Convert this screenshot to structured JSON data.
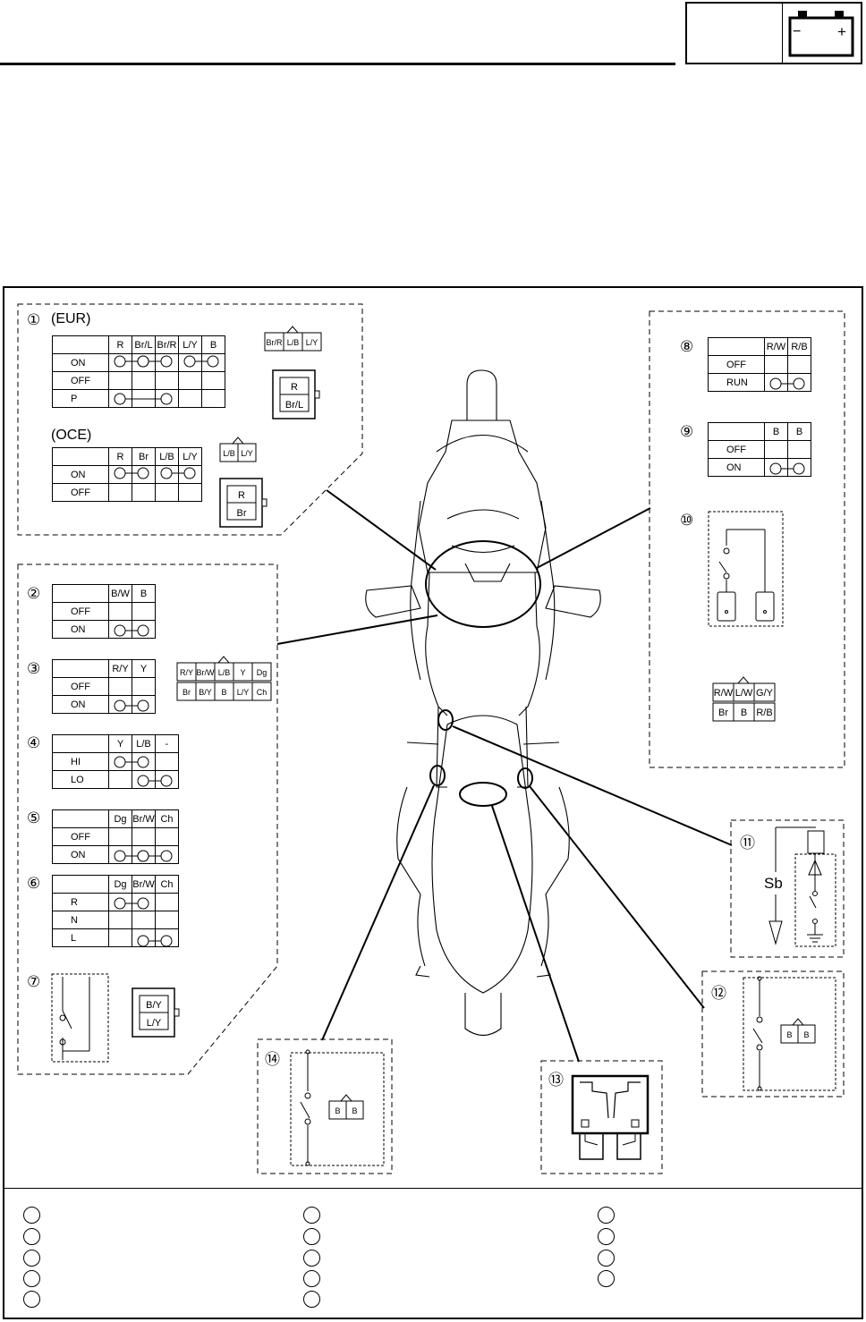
{
  "header": {
    "battery_minus": "−",
    "battery_plus": "+"
  },
  "s1": {
    "num": "①",
    "eur": {
      "title": "(EUR)",
      "cols": [
        "R",
        "Br/L",
        "Br/R",
        "L/Y",
        "B"
      ],
      "rows": [
        "ON",
        "OFF",
        "P"
      ],
      "conn_top": [
        "Br/R",
        "L/B",
        "L/Y"
      ],
      "conn_bot": [
        "R",
        "Br/L"
      ]
    },
    "oce": {
      "title": "(OCE)",
      "cols": [
        "R",
        "Br",
        "L/B",
        "L/Y"
      ],
      "rows": [
        "ON",
        "OFF"
      ],
      "conn_top": [
        "L/B",
        "L/Y"
      ],
      "conn_bot": [
        "R",
        "Br"
      ]
    }
  },
  "s2": {
    "num": "②",
    "cols": [
      "B/W",
      "B"
    ],
    "rows": [
      "OFF",
      "ON"
    ]
  },
  "s3": {
    "num": "③",
    "cols": [
      "R/Y",
      "Y"
    ],
    "rows": [
      "OFF",
      "ON"
    ],
    "conn_top": [
      "R/Y",
      "Br/W",
      "L/B",
      "Y",
      "Dg"
    ],
    "conn_bot": [
      "Br",
      "B/Y",
      "B",
      "L/Y",
      "Ch"
    ]
  },
  "s4": {
    "num": "④",
    "cols": [
      "Y",
      "L/B",
      "-"
    ],
    "rows": [
      "HI",
      "LO"
    ]
  },
  "s5": {
    "num": "⑤",
    "cols": [
      "Dg",
      "Br/W",
      "Ch"
    ],
    "rows": [
      "OFF",
      "ON"
    ]
  },
  "s6": {
    "num": "⑥",
    "cols": [
      "Dg",
      "Br/W",
      "Ch"
    ],
    "rows": [
      "R",
      "N",
      "L"
    ]
  },
  "s7": {
    "num": "⑦",
    "conn": [
      "B/Y",
      "L/Y"
    ]
  },
  "s8": {
    "num": "⑧",
    "cols": [
      "R/W",
      "R/B"
    ],
    "rows": [
      "OFF",
      "RUN"
    ]
  },
  "s9": {
    "num": "⑨",
    "cols": [
      "B",
      "B"
    ],
    "rows": [
      "OFF",
      "ON"
    ]
  },
  "s10": {
    "num": "⑩",
    "conn_top": [
      "R/W",
      "L/W",
      "G/Y"
    ],
    "conn_bot": [
      "Br",
      "B",
      "R/B"
    ]
  },
  "s11": {
    "num": "⑪",
    "label": "Sb"
  },
  "s12": {
    "num": "⑫",
    "conn": [
      "B",
      "B"
    ]
  },
  "s13": {
    "num": "⑬"
  },
  "s14": {
    "num": "⑭",
    "conn": [
      "B",
      "B"
    ]
  }
}
